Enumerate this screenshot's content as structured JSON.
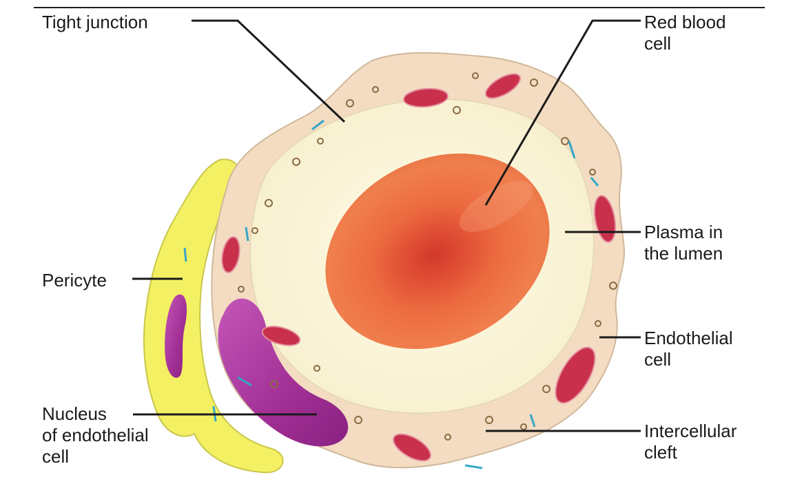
{
  "figure": {
    "labels": {
      "tight_junction": "Tight junction",
      "red_blood_cell_line1": "Red blood",
      "red_blood_cell_line2": "cell",
      "plasma_line1": "Plasma in",
      "plasma_line2": "the lumen",
      "pericyte": "Pericyte",
      "endothelial_line1": "Endothelial",
      "endothelial_line2": "cell",
      "nucleus_line1": "Nucleus",
      "nucleus_line2": "of endothelial",
      "nucleus_line3": "cell",
      "cleft_line1": "Intercellular",
      "cleft_line2": "cleft"
    },
    "colors": {
      "pericyte": "#f1ef5a",
      "endothelium": "#f3dcc2",
      "lumen": "#fbf7dc",
      "red_blood_cell": "#e0502c",
      "nucleus": "#a43497",
      "mitochondria": "#c8304c",
      "leader_line": "#1a1a1a"
    }
  }
}
